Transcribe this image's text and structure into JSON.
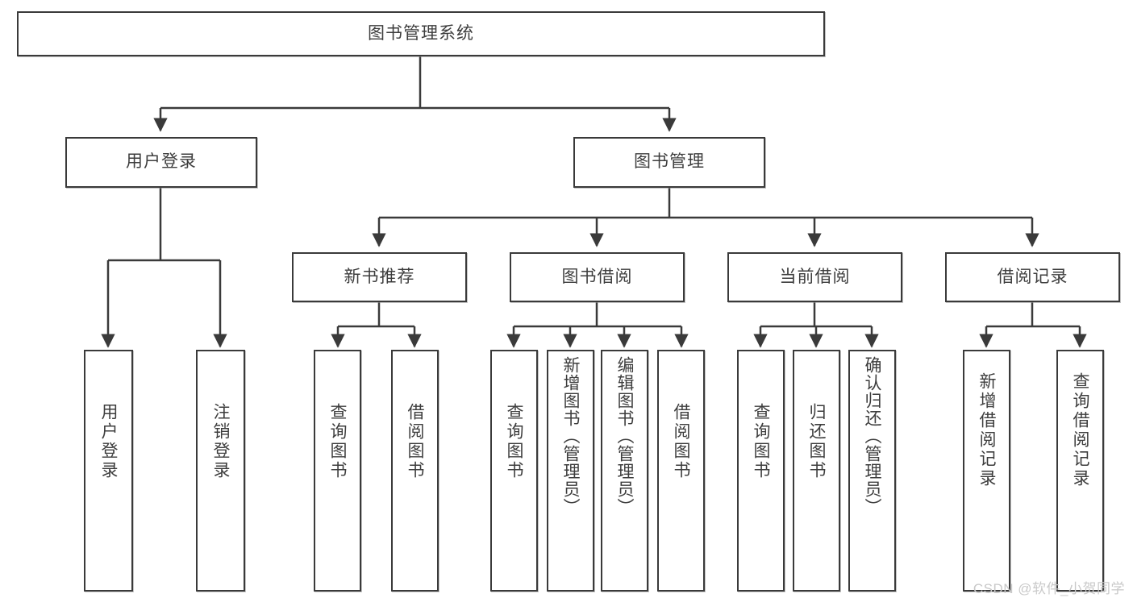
{
  "diagram": {
    "type": "tree",
    "title": "图书管理系统",
    "root": {
      "label": "图书管理系统"
    },
    "level2": [
      {
        "label": "用户登录"
      },
      {
        "label": "图书管理"
      }
    ],
    "level3": [
      {
        "label": "新书推荐"
      },
      {
        "label": "图书借阅"
      },
      {
        "label": "当前借阅"
      },
      {
        "label": "借阅记录"
      }
    ],
    "leaves": {
      "user_login": [
        {
          "label": "用户登录"
        },
        {
          "label": "注销登录"
        }
      ],
      "new_book_recommend": [
        {
          "label": "查询图书"
        },
        {
          "label": "借阅图书"
        }
      ],
      "book_borrow": [
        {
          "label": "查询图书"
        },
        {
          "label": "新增图书（管理员）"
        },
        {
          "label": "编辑图书（管理员）"
        },
        {
          "label": "借阅图书"
        }
      ],
      "current_borrow": [
        {
          "label": "查询图书"
        },
        {
          "label": "归还图书"
        },
        {
          "label": "确认归还（管理员）"
        }
      ],
      "borrow_records": [
        {
          "label": "新增借阅记录"
        },
        {
          "label": "查询借阅记录"
        }
      ]
    }
  },
  "watermark": {
    "text": "CSDN @软件_小贺同学"
  },
  "colors": {
    "stroke": "#3a3a3a",
    "text": "#3d3d3d",
    "background": "#ffffff",
    "watermark": "#c9c9c9"
  }
}
